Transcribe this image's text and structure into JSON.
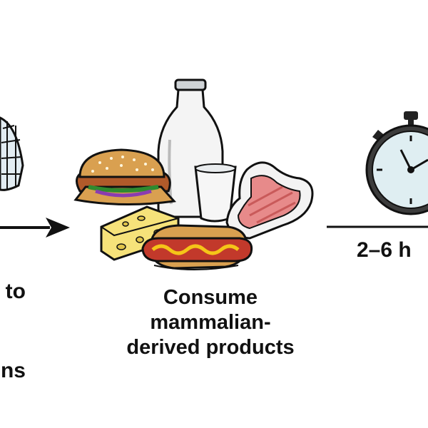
{
  "left_step": {
    "lines": [
      "to",
      "ns"
    ]
  },
  "center_step": {
    "lines": [
      "Consume",
      "mammalian-",
      "derived products"
    ]
  },
  "right_step": {
    "label": "2–6 h"
  },
  "icons": [
    "tick-cage-icon",
    "arrow-icon",
    "burger-icon",
    "milk-bottle-icon",
    "glass-of-milk-icon",
    "steak-icon",
    "cheese-icon",
    "hot-dog-icon",
    "stopwatch-icon",
    "timeline-line-icon"
  ],
  "colors": {
    "ink": "#111111",
    "bun": "#d9a050",
    "milk": "#f4f4f4",
    "steak": "#e78a8a",
    "cheese": "#f6e27a",
    "sausage": "#c2392b",
    "mustard": "#f5c518",
    "watch_face": "#dfeef2"
  }
}
